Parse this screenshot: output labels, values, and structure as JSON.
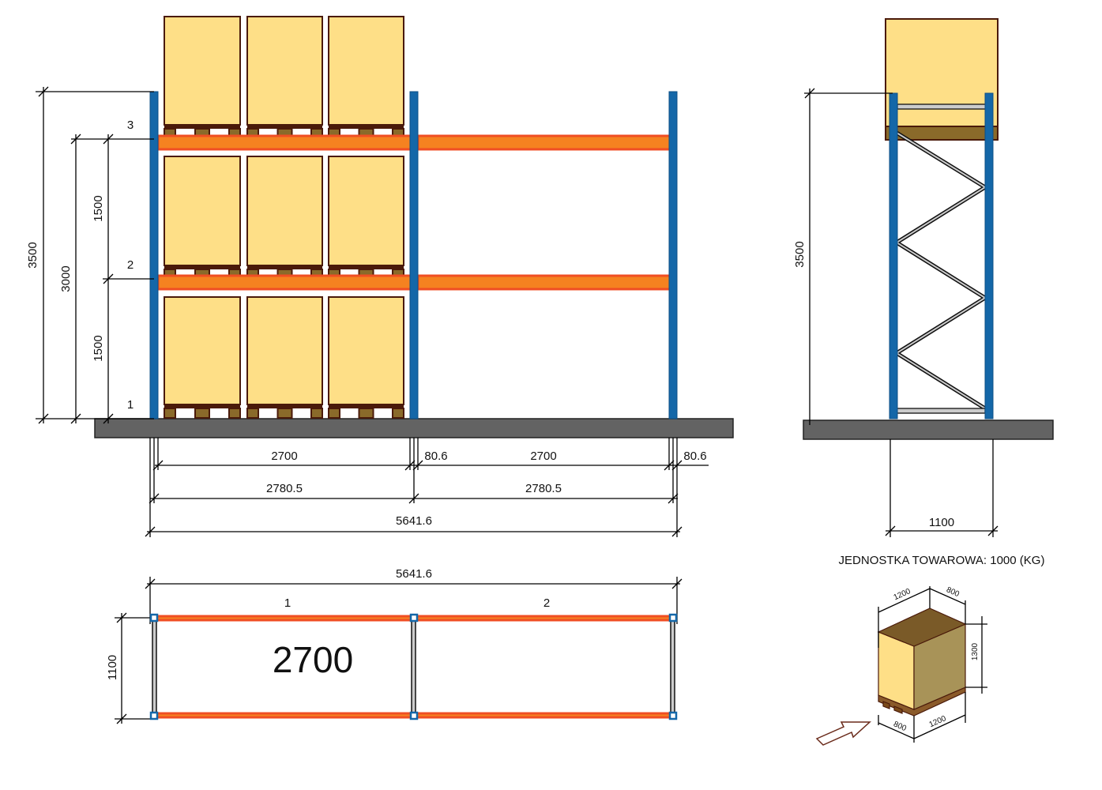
{
  "front_view": {
    "levels": [
      "1",
      "2",
      "3"
    ],
    "dims_left": {
      "total": "3500",
      "top_beam": "3000",
      "upper": "1500",
      "lower": "1500"
    },
    "dims_bottom": {
      "bay1_clear": "2700",
      "upright1": "80.6",
      "bay2_clear": "2700",
      "upright2": "80.6",
      "bay1_pitch": "2780.5",
      "bay2_pitch": "2780.5",
      "total": "5641.6"
    }
  },
  "side_view": {
    "depth": "1100",
    "height_label_cut": "3500"
  },
  "plan_view": {
    "total": "5641.6",
    "bay1": "1",
    "bay2": "2",
    "beam_length": "2700",
    "depth": "1100"
  },
  "unit_load": {
    "title": "JEDNOSTKA TOWAROWA: 1000 (KG)",
    "top_length": "1200",
    "top_width": "800",
    "height": "1300",
    "bottom_width": "800",
    "bottom_length": "1200"
  },
  "colors": {
    "upright": "#1467a8",
    "beam": "#f58220",
    "beam_edge": "#f04e23",
    "load": "#fedf87",
    "floor": "#636363"
  }
}
